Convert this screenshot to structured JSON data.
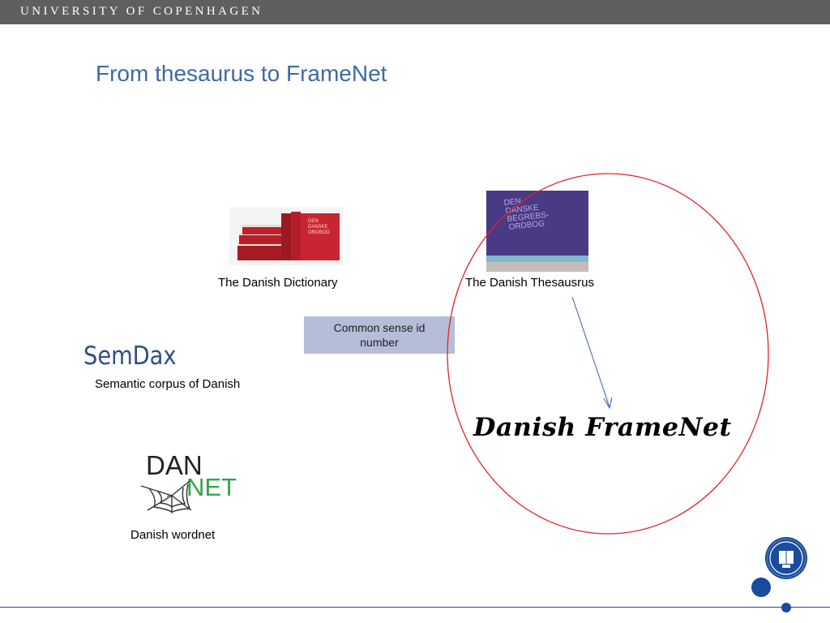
{
  "header": {
    "university": "UNIVERSITY OF COPENHAGEN"
  },
  "slide": {
    "title": "From thesaurus to FrameNet",
    "dictionary_caption": "The Danish Dictionary",
    "thesaurus_caption": "The Danish Thesausrus",
    "common_sense_box": "Common sense id number",
    "semdax_title": "SemDax",
    "semdax_subtitle": "Semantic corpus of Danish",
    "framenet_title": "Danish FrameNet",
    "wordnet_caption": "Danish wordnet"
  },
  "images": {
    "dictionary_spine": [
      "DEN",
      "DANSKE",
      "ORDBOG"
    ],
    "thesaurus_cover": [
      "DEN",
      "DANSKE",
      "BEGREBS-",
      "ORDBOG"
    ],
    "dannet_logo": [
      "DAN",
      "NET"
    ]
  },
  "colors": {
    "header_bg": "#5f5f5f",
    "title": "#3f68a8",
    "semdax": "#2f4f8a",
    "sense_box_bg": "#b5bdd8",
    "circle_outline": "#e0242a",
    "arrow": "#3b5bb5",
    "accent_blue": "#1a4b9c",
    "dannet_green": "#2fa84a",
    "book_red": "#c0202a",
    "thesaurus_purple": "#4a3a86"
  }
}
